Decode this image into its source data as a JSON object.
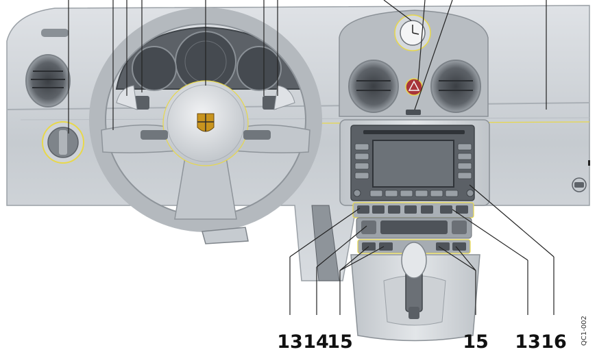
{
  "figure": {
    "callouts": [
      {
        "id": "c13-left",
        "label": "13"
      },
      {
        "id": "c14",
        "label": "14"
      },
      {
        "id": "c15-left",
        "label": "15"
      },
      {
        "id": "c15-right",
        "label": "15"
      },
      {
        "id": "c13-right",
        "label": "13"
      },
      {
        "id": "c16",
        "label": "16"
      }
    ],
    "figure_code": "QC1-002",
    "colors": {
      "highlight": "#e8d84a",
      "dash": "#c9cdd2",
      "dash_dark": "#8e949b",
      "leader": "#222222",
      "crest": "#c8941e"
    }
  }
}
